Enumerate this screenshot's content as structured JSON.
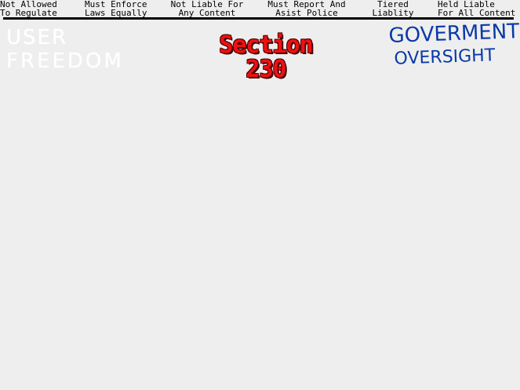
{
  "scale": {
    "positions": [
      {
        "line1": "Not Allowed",
        "line2": "To Regulate"
      },
      {
        "line1": "Must Enforce",
        "line2": "Laws Equally"
      },
      {
        "line1": "Not Liable For",
        "line2": "Any Content"
      },
      {
        "line1": "Must Report And",
        "line2": "Asist Police"
      },
      {
        "line1": "Tiered",
        "line2": "Liablity"
      },
      {
        "line1": "Held Liable",
        "line2": "For All Content"
      }
    ]
  },
  "title": {
    "line1": "Section",
    "line2": "230"
  },
  "left_pole": {
    "line1": "USER",
    "line2": "FREEDOM",
    "color": "#ffffff"
  },
  "right_pole": {
    "line1": "GOVERMENT",
    "line2": "OVERSIGHT",
    "color": "#0a3aa8"
  },
  "colors": {
    "background": "#eeeeee",
    "title": "#ee1111",
    "line": "#000000"
  }
}
